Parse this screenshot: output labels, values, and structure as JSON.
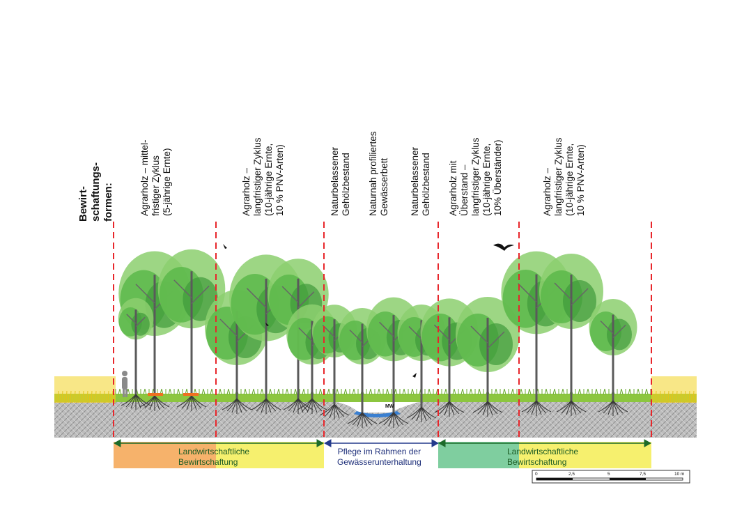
{
  "heading": "Bewirt-\nschaftungs-\nformen:",
  "zones": [
    {
      "id": "agrarholz-mittel",
      "text": "Agrarholz – mittel-\nfristiger Zyklus\n(5-jährige Ernte)"
    },
    {
      "id": "agrarholz-lang-left",
      "text": "Agrarholz –\nlangfristiger Zyklus\n(10-jährige Ernte,\n10 % PNV-Arten)"
    },
    {
      "id": "naturbelassen-left",
      "text": "Naturbelassener\nGehölzbestand"
    },
    {
      "id": "naturnah-gewaesserbett",
      "text": "Naturnah profiliertes\nGewässerbett"
    },
    {
      "id": "naturbelassen-right",
      "text": "Naturbelassener\nGehölzbestand"
    },
    {
      "id": "agrarholz-ueberstand",
      "text": "Agrarholz mit\nÜberstand –\nlangfristiger Zyklus\n(10-jährige Ernte,\n10% Überständer)"
    },
    {
      "id": "agrarholz-lang-right",
      "text": "Agrarholz –\nlangfristiger Zyklus\n(10-jährige Ernte,\n10 % PNV-Arten)"
    }
  ],
  "water_label": "MW",
  "bands": [
    {
      "id": "landwirtschaft-left",
      "text": "Landwirtschaftliche\nBewirtschaftung"
    },
    {
      "id": "pflege",
      "text": "Pflege im Rahmen der\nGewässerunterhaltung"
    },
    {
      "id": "landwirtschaft-right",
      "text": "Landwirtschaftliche\nBewirtschaftung"
    }
  ],
  "scale": {
    "ticks": [
      "0",
      "2,5",
      "5",
      "7,5",
      "10 m"
    ]
  },
  "colors": {
    "divider": "#e8262b",
    "tree_light": "#8ccf6e",
    "tree_mid": "#5cb84a",
    "tree_dark": "#3f9a3a",
    "grass": "#8cc63f",
    "wheat": "#f2d325",
    "soil": "#b9b9b9",
    "band_orange": "#f6b26b",
    "band_yellow": "#f6f06e",
    "band_green": "#7fce9f",
    "arrow_green": "#1c6b2a",
    "arrow_blue": "#233a8c",
    "text_green": "#1c5c24",
    "text_blue": "#1e2f7a"
  }
}
